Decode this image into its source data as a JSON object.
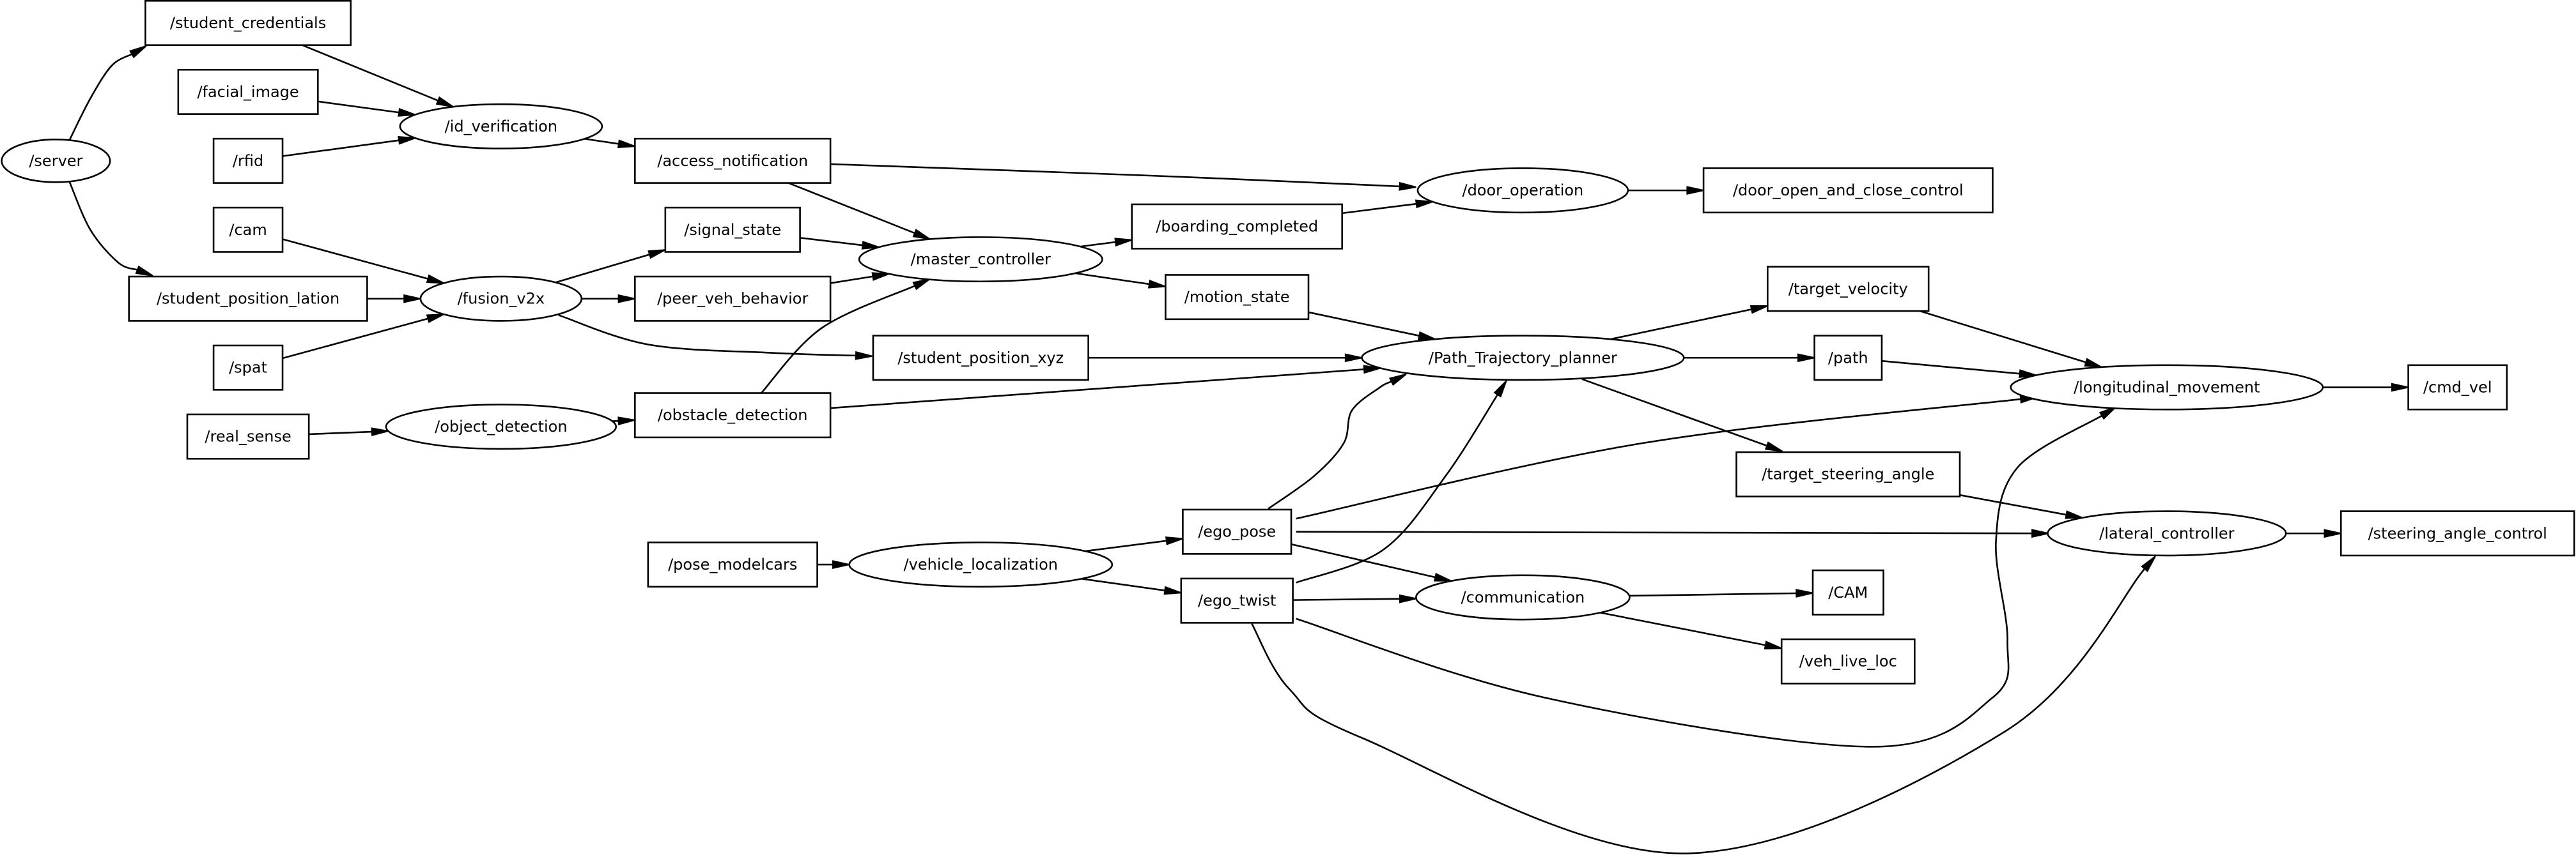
{
  "graph": {
    "nodes": [
      {
        "id": "server",
        "label": "/server",
        "shape": "ellipse"
      },
      {
        "id": "student_credentials",
        "label": "/student_credentials",
        "shape": "box"
      },
      {
        "id": "facial_image",
        "label": "/facial_image",
        "shape": "box"
      },
      {
        "id": "rfid",
        "label": "/rfid",
        "shape": "box"
      },
      {
        "id": "cam",
        "label": "/cam",
        "shape": "box"
      },
      {
        "id": "student_position_lation",
        "label": "/student_position_lation",
        "shape": "box"
      },
      {
        "id": "spat",
        "label": "/spat",
        "shape": "box"
      },
      {
        "id": "real_sense",
        "label": "/real_sense",
        "shape": "box"
      },
      {
        "id": "id_verification",
        "label": "/id_verification",
        "shape": "ellipse"
      },
      {
        "id": "fusion_v2x",
        "label": "/fusion_v2x",
        "shape": "ellipse"
      },
      {
        "id": "object_detection",
        "label": "/object_detection",
        "shape": "ellipse"
      },
      {
        "id": "access_notification",
        "label": "/access_notification",
        "shape": "box"
      },
      {
        "id": "signal_state",
        "label": "/signal_state",
        "shape": "box"
      },
      {
        "id": "peer_veh_behavior",
        "label": "/peer_veh_behavior",
        "shape": "box"
      },
      {
        "id": "obstacle_detection",
        "label": "/obstacle_detection",
        "shape": "box"
      },
      {
        "id": "student_position_xyz",
        "label": "/student_position_xyz",
        "shape": "box"
      },
      {
        "id": "master_controller",
        "label": "/master_controller",
        "shape": "ellipse"
      },
      {
        "id": "boarding_completed",
        "label": "/boarding_completed",
        "shape": "box"
      },
      {
        "id": "motion_state",
        "label": "/motion_state",
        "shape": "box"
      },
      {
        "id": "door_operation",
        "label": "/door_operation",
        "shape": "ellipse"
      },
      {
        "id": "door_open_and_close_control",
        "label": "/door_open_and_close_control",
        "shape": "box"
      },
      {
        "id": "path_trajectory_planner",
        "label": "/Path_Trajectory_planner",
        "shape": "ellipse"
      },
      {
        "id": "target_velocity",
        "label": "/target_velocity",
        "shape": "box"
      },
      {
        "id": "path",
        "label": "/path",
        "shape": "box"
      },
      {
        "id": "target_steering_angle",
        "label": "/target_steering_angle",
        "shape": "box"
      },
      {
        "id": "longitudinal_movement",
        "label": "/longitudinal_movement",
        "shape": "ellipse"
      },
      {
        "id": "cmd_vel",
        "label": "/cmd_vel",
        "shape": "box"
      },
      {
        "id": "lateral_controller",
        "label": "/lateral_controller",
        "shape": "ellipse"
      },
      {
        "id": "steering_angle_control",
        "label": "/steering_angle_control",
        "shape": "box"
      },
      {
        "id": "pose_modelcars",
        "label": "/pose_modelcars",
        "shape": "box"
      },
      {
        "id": "vehicle_localization",
        "label": "/vehicle_localization",
        "shape": "ellipse"
      },
      {
        "id": "ego_pose",
        "label": "/ego_pose",
        "shape": "box"
      },
      {
        "id": "ego_twist",
        "label": "/ego_twist",
        "shape": "box"
      },
      {
        "id": "communication",
        "label": "/communication",
        "shape": "ellipse"
      },
      {
        "id": "cam_msg",
        "label": "/CAM",
        "shape": "box"
      },
      {
        "id": "veh_live_loc",
        "label": "/veh_live_loc",
        "shape": "box"
      }
    ],
    "edges": [
      {
        "from": "server",
        "to": "student_credentials"
      },
      {
        "from": "server",
        "to": "student_position_lation"
      },
      {
        "from": "student_credentials",
        "to": "id_verification"
      },
      {
        "from": "facial_image",
        "to": "id_verification"
      },
      {
        "from": "rfid",
        "to": "id_verification"
      },
      {
        "from": "id_verification",
        "to": "access_notification"
      },
      {
        "from": "access_notification",
        "to": "door_operation"
      },
      {
        "from": "access_notification",
        "to": "master_controller"
      },
      {
        "from": "cam",
        "to": "fusion_v2x"
      },
      {
        "from": "student_position_lation",
        "to": "fusion_v2x"
      },
      {
        "from": "spat",
        "to": "fusion_v2x"
      },
      {
        "from": "fusion_v2x",
        "to": "signal_state"
      },
      {
        "from": "fusion_v2x",
        "to": "peer_veh_behavior"
      },
      {
        "from": "fusion_v2x",
        "to": "student_position_xyz"
      },
      {
        "from": "signal_state",
        "to": "master_controller"
      },
      {
        "from": "peer_veh_behavior",
        "to": "master_controller"
      },
      {
        "from": "real_sense",
        "to": "object_detection"
      },
      {
        "from": "object_detection",
        "to": "obstacle_detection"
      },
      {
        "from": "obstacle_detection",
        "to": "master_controller"
      },
      {
        "from": "obstacle_detection",
        "to": "path_trajectory_planner"
      },
      {
        "from": "student_position_xyz",
        "to": "path_trajectory_planner"
      },
      {
        "from": "master_controller",
        "to": "boarding_completed"
      },
      {
        "from": "master_controller",
        "to": "motion_state"
      },
      {
        "from": "boarding_completed",
        "to": "door_operation"
      },
      {
        "from": "door_operation",
        "to": "door_open_and_close_control"
      },
      {
        "from": "motion_state",
        "to": "path_trajectory_planner"
      },
      {
        "from": "path_trajectory_planner",
        "to": "target_velocity"
      },
      {
        "from": "path_trajectory_planner",
        "to": "path"
      },
      {
        "from": "path_trajectory_planner",
        "to": "target_steering_angle"
      },
      {
        "from": "target_velocity",
        "to": "longitudinal_movement"
      },
      {
        "from": "path",
        "to": "longitudinal_movement"
      },
      {
        "from": "longitudinal_movement",
        "to": "cmd_vel"
      },
      {
        "from": "target_steering_angle",
        "to": "lateral_controller"
      },
      {
        "from": "lateral_controller",
        "to": "steering_angle_control"
      },
      {
        "from": "pose_modelcars",
        "to": "vehicle_localization"
      },
      {
        "from": "vehicle_localization",
        "to": "ego_pose"
      },
      {
        "from": "vehicle_localization",
        "to": "ego_twist"
      },
      {
        "from": "ego_pose",
        "to": "path_trajectory_planner"
      },
      {
        "from": "ego_pose",
        "to": "longitudinal_movement"
      },
      {
        "from": "ego_pose",
        "to": "lateral_controller"
      },
      {
        "from": "ego_pose",
        "to": "communication"
      },
      {
        "from": "ego_twist",
        "to": "path_trajectory_planner"
      },
      {
        "from": "ego_twist",
        "to": "communication"
      },
      {
        "from": "ego_twist",
        "to": "longitudinal_movement"
      },
      {
        "from": "ego_twist",
        "to": "lateral_controller"
      },
      {
        "from": "communication",
        "to": "cam_msg"
      },
      {
        "from": "communication",
        "to": "veh_live_loc"
      }
    ]
  }
}
